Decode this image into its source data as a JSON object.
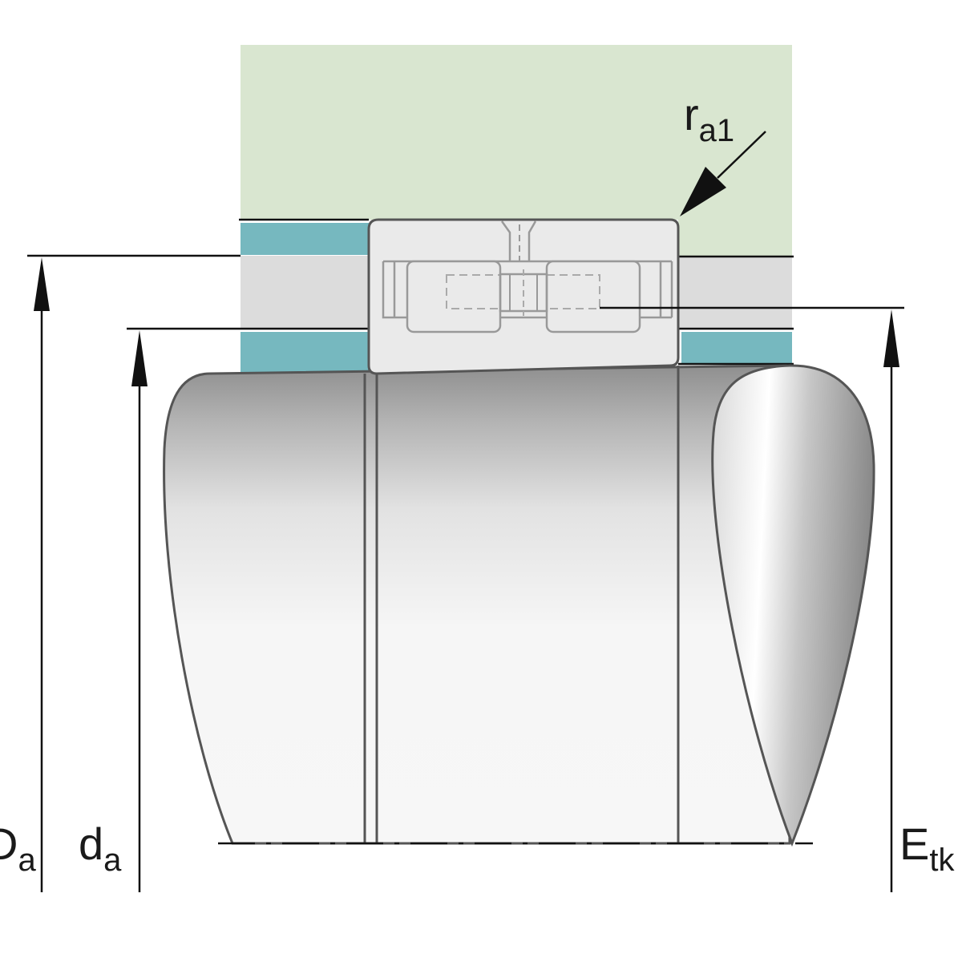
{
  "colors": {
    "housing": "#d9e6d0",
    "spacer": "#76b8bf",
    "gap_band": "#dcdcdc",
    "bearing_body": "#eaeaea",
    "outline": "#555555",
    "line": "#111111"
  },
  "labels": {
    "Da": {
      "main": "D",
      "sub": "a"
    },
    "da": {
      "main": "d",
      "sub": "a"
    },
    "Etk": {
      "main": "E",
      "sub": "tk"
    },
    "ra1": {
      "main": "r",
      "sub": "a1"
    }
  }
}
